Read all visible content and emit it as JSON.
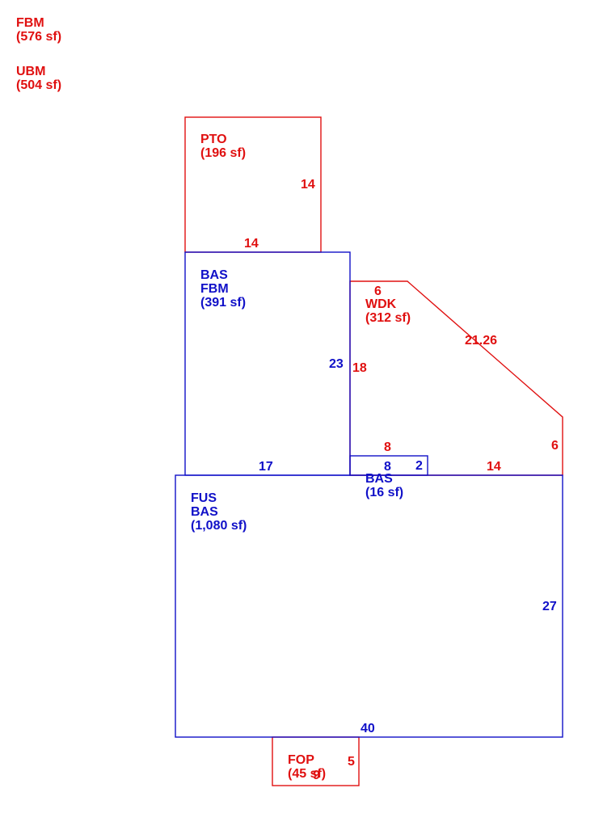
{
  "colors": {
    "red": "#e01010",
    "blue": "#1010c8"
  },
  "summary": {
    "fbm": {
      "code": "FBM",
      "area": "(576 sf)"
    },
    "ubm": {
      "code": "UBM",
      "area": "(504 sf)"
    }
  },
  "areas": {
    "pto": {
      "codes": [
        "PTO"
      ],
      "area": "(196 sf)",
      "dims": {
        "right": "14",
        "bottom": "14"
      }
    },
    "bas_fbm": {
      "codes": [
        "BAS",
        "FBM"
      ],
      "area": "(391 sf)",
      "dims": {
        "right": "23",
        "bottom": "17"
      }
    },
    "wdk": {
      "codes": [
        "WDK"
      ],
      "area": "(312 sf)",
      "dims": {
        "top": "6",
        "diagonal": "21.26",
        "left": "18",
        "right": "6",
        "bottom_left": "8",
        "bottom_right": "14"
      }
    },
    "bas_small": {
      "codes": [
        "BAS"
      ],
      "area": "(16 sf)",
      "dims": {
        "bottom": "8",
        "right": "2"
      }
    },
    "fus_bas": {
      "codes": [
        "FUS",
        "BAS"
      ],
      "area": "(1,080 sf)",
      "dims": {
        "right": "27",
        "bottom": "40"
      }
    },
    "fop": {
      "codes": [
        "FOP"
      ],
      "area": "(45 sf)",
      "dims": {
        "right": "5",
        "bottom": "9"
      }
    }
  }
}
